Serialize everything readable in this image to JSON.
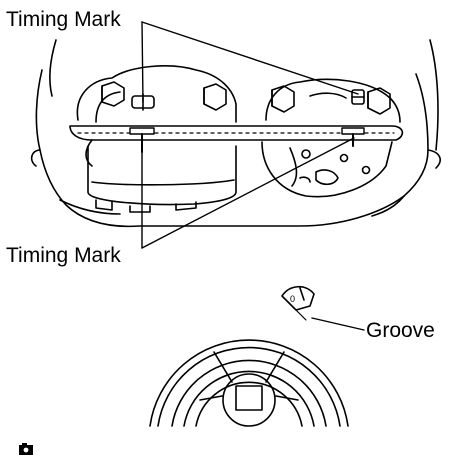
{
  "labels": {
    "timing_mark_top": "Timing Mark",
    "timing_mark_bottom": "Timing Mark",
    "groove": "Groove"
  },
  "icons": {
    "footer": "camera-icon"
  },
  "colors": {
    "line": "#000000",
    "background": "#ffffff"
  }
}
